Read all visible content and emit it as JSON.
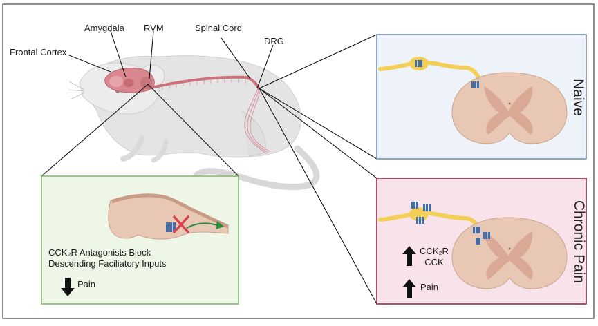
{
  "labels": {
    "frontal_cortex": "Frontal Cortex",
    "amygdala": "Amygdala",
    "rvm": "RVM",
    "spinal_cord": "Spinal Cord",
    "drg": "DRG"
  },
  "panels": {
    "naive": {
      "title": "Naive",
      "color": "#5b7fb0",
      "fill": "#eef3f9"
    },
    "chronic": {
      "title": "Chronic Pain",
      "color": "#8a1c3a",
      "fill": "#f9e3ea",
      "up_line1": "CCK₂R",
      "up_line2": "CCK",
      "pain": "Pain"
    },
    "rvm_inset": {
      "color": "#7fae6a",
      "fill": "#eef6e8",
      "text_line1": "CCK₂R Antagonists Block",
      "text_line2": "Descending Faciliatory Inputs",
      "pain": "Pain"
    }
  },
  "colors": {
    "mouse_body": "#e6e6e6",
    "brain": "#d9868f",
    "spinal_tissue": "#e8c7b4",
    "nerve": "#f4cf58",
    "receptor": "#3d6fb0",
    "arrow_green": "#2e8b3d",
    "cross_red": "#d9434e"
  }
}
